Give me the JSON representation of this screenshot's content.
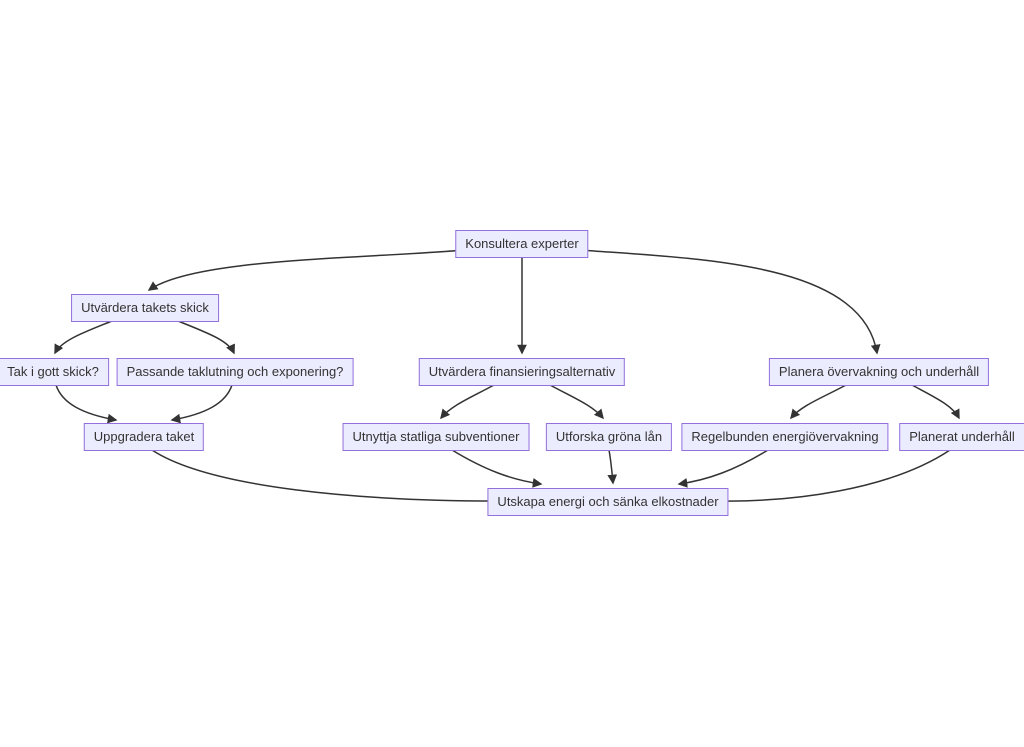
{
  "diagram": {
    "type": "flowchart",
    "direction": "top-down",
    "nodes": [
      {
        "id": "consult",
        "label": "Konsultera experter"
      },
      {
        "id": "roof",
        "label": "Utvärdera takets skick"
      },
      {
        "id": "good",
        "label": "Tak i gott skick?"
      },
      {
        "id": "slope",
        "label": "Passande taklutning och exponering?"
      },
      {
        "id": "finance",
        "label": "Utvärdera finansieringsalternativ"
      },
      {
        "id": "monitor",
        "label": "Planera övervakning och underhåll"
      },
      {
        "id": "upgrade",
        "label": "Uppgradera taket"
      },
      {
        "id": "subsidy",
        "label": "Utnyttja statliga subventioner"
      },
      {
        "id": "loans",
        "label": "Utforska gröna lån"
      },
      {
        "id": "energymon",
        "label": "Regelbunden energiövervakning"
      },
      {
        "id": "maintenance",
        "label": "Planerat underhåll"
      },
      {
        "id": "goal",
        "label": "Utskapa energi och sänka elkostnader"
      }
    ],
    "edges": [
      {
        "from": "Konsultera experter",
        "to": "Utvärdera takets skick"
      },
      {
        "from": "Konsultera experter",
        "to": "Utvärdera finansieringsalternativ"
      },
      {
        "from": "Konsultera experter",
        "to": "Planera övervakning och underhåll"
      },
      {
        "from": "Utvärdera takets skick",
        "to": "Tak i gott skick?"
      },
      {
        "from": "Utvärdera takets skick",
        "to": "Passande taklutning och exponering?"
      },
      {
        "from": "Tak i gott skick?",
        "to": "Uppgradera taket"
      },
      {
        "from": "Passande taklutning och exponering?",
        "to": "Uppgradera taket"
      },
      {
        "from": "Utvärdera finansieringsalternativ",
        "to": "Utnyttja statliga subventioner"
      },
      {
        "from": "Utvärdera finansieringsalternativ",
        "to": "Utforska gröna lån"
      },
      {
        "from": "Planera övervakning och underhåll",
        "to": "Regelbunden energiövervakning"
      },
      {
        "from": "Planera övervakning och underhåll",
        "to": "Planerat underhåll"
      },
      {
        "from": "Uppgradera taket",
        "to": "Utskapa energi och sänka elkostnader"
      },
      {
        "from": "Utnyttja statliga subventioner",
        "to": "Utskapa energi och sänka elkostnader"
      },
      {
        "from": "Utforska gröna lån",
        "to": "Utskapa energi och sänka elkostnader"
      },
      {
        "from": "Regelbunden energiövervakning",
        "to": "Utskapa energi och sänka elkostnader"
      },
      {
        "from": "Planerat underhåll",
        "to": "Utskapa energi och sänka elkostnader"
      }
    ],
    "colors": {
      "node_fill": "#ECECFF",
      "node_border": "#9370DB",
      "edge": "#333333",
      "text": "#333333",
      "background": "#ffffff"
    }
  }
}
